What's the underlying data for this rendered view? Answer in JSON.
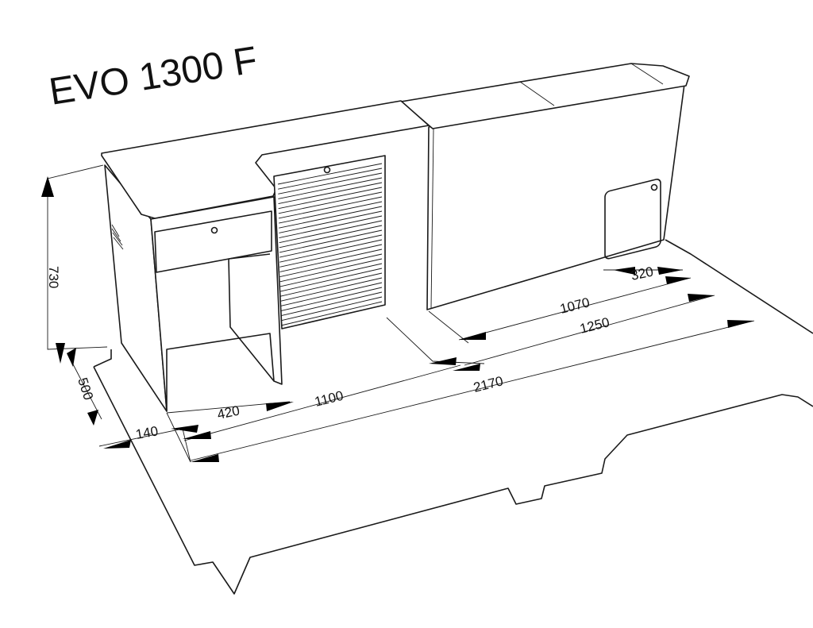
{
  "title": "EVO 1300 F",
  "dimensions": {
    "height": "730",
    "depth": "500",
    "offset": "140",
    "unit_width": "420",
    "gap": "1100",
    "total": "2170",
    "width_1070": "1070",
    "width_1250": "1250",
    "width_320": "320"
  }
}
